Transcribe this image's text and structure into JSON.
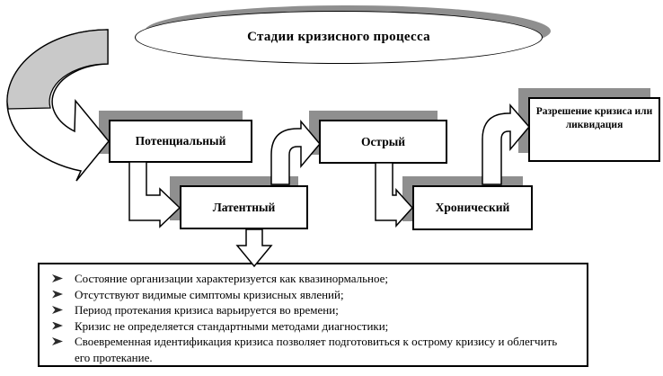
{
  "title": "Стадии кризисного процесса",
  "stages": {
    "potential": "Потенциальный",
    "latent": "Латентный",
    "acute": "Острый",
    "chronic": "Хронический",
    "resolution": "Разрешение кризиса или ликвидация"
  },
  "notes": {
    "items": [
      "Состояние организации характеризуется как квазинормальное;",
      "Отсутствуют видимые симптомы кризисных явлений;",
      "Период протекания кризиса варьируется во времени;",
      "Кризис не определяется стандартными методами диагностики;",
      "Своевременная идентификация кризиса позволяет подготовиться к острому кризису и облегчить его протекание."
    ]
  },
  "connectors": {
    "entry": "curved-entry-arrow",
    "potential_to_latent": "elbow-arrow-right",
    "latent_to_acute": "bent-arrow-up-right",
    "acute_to_chronic": "elbow-arrow-right",
    "chronic_to_resolution": "bent-arrow-up-right",
    "latent_to_notes": "block-arrow-down"
  },
  "colors": {
    "shadow_gray": "#8f8f8f",
    "band_gray": "#c9c9c9",
    "shape_fill": "#ffffff",
    "line": "#000000",
    "bullet": "#2b2b2b"
  }
}
